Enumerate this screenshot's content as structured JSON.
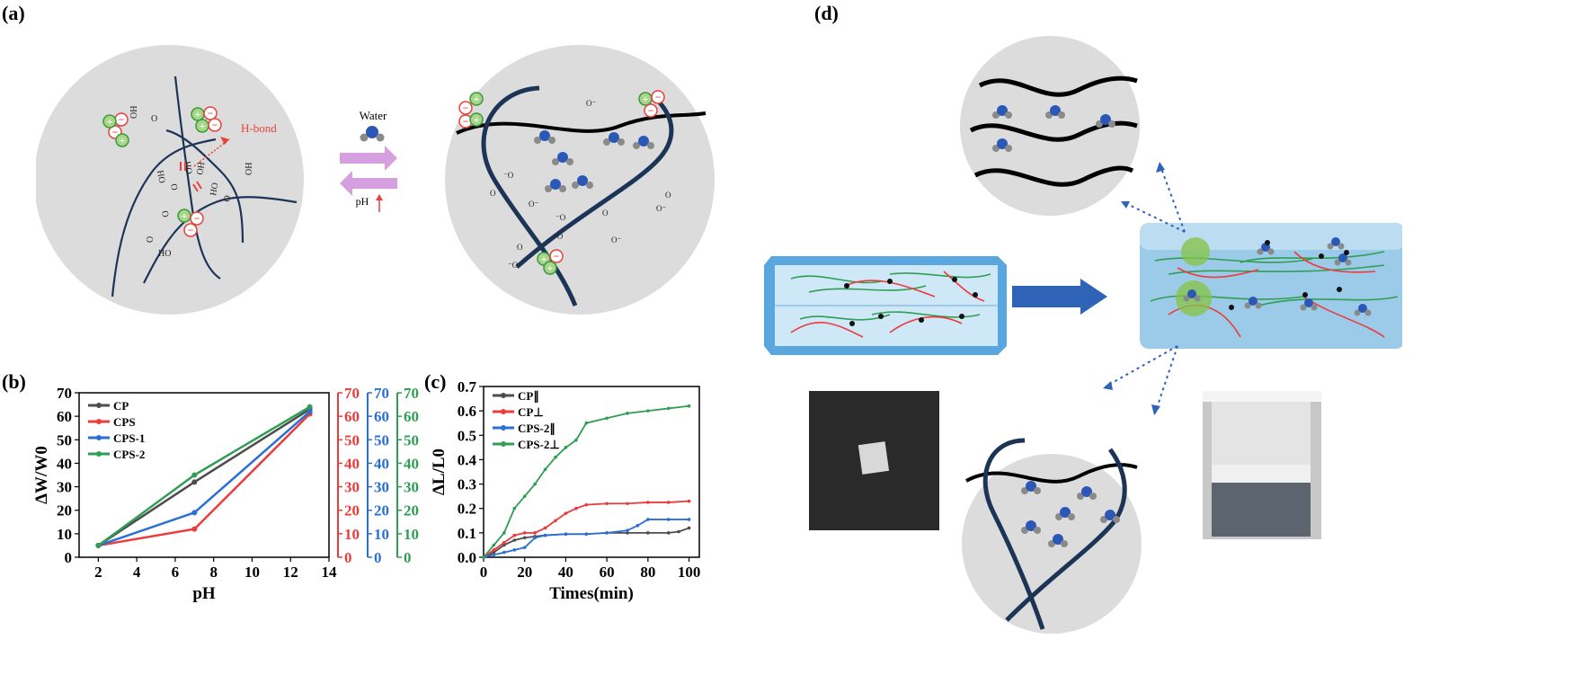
{
  "panels": {
    "a": {
      "label": "(a)",
      "water_label": "Water",
      "ph_label": "pH",
      "hbond_label": "H-bond"
    },
    "b": {
      "label": "(b)"
    },
    "c": {
      "label": "(c)"
    },
    "d": {
      "label": "(d)"
    }
  },
  "colors": {
    "cp": "#4d4d4d",
    "cps": "#ec3b3b",
    "cps1": "#2a6fd6",
    "cps2": "#2f9e52",
    "network": "#1c3557",
    "circle_bg": "#dcdcdc"
  },
  "chart_data": [
    {
      "type": "line",
      "xlabel": "pH",
      "ylabel": "ΔW/W0",
      "xlim": [
        1,
        14
      ],
      "ylim": [
        0,
        70
      ],
      "xticks": [
        "2",
        "4",
        "6",
        "8",
        "10",
        "12",
        "14"
      ],
      "yticks": [
        "0",
        "10",
        "20",
        "30",
        "40",
        "50",
        "60",
        "70"
      ],
      "legend_position": "top-left",
      "secondary_axes": [
        {
          "color": "#ec3b3b",
          "ticks": [
            "0",
            "10",
            "20",
            "30",
            "40",
            "50",
            "60",
            "70"
          ]
        },
        {
          "color": "#2a6fd6",
          "ticks": [
            "0",
            "10",
            "20",
            "30",
            "40",
            "50",
            "60",
            "70"
          ]
        },
        {
          "color": "#2f9e52",
          "ticks": [
            "0",
            "10",
            "20",
            "30",
            "40",
            "50",
            "60",
            "70"
          ]
        }
      ],
      "series": [
        {
          "name": "CP",
          "color": "#4d4d4d",
          "x": [
            2,
            7,
            13
          ],
          "y": [
            5,
            32,
            63
          ]
        },
        {
          "name": "CPS",
          "color": "#ec3b3b",
          "x": [
            2,
            7,
            13
          ],
          "y": [
            5,
            12,
            61
          ]
        },
        {
          "name": "CPS-1",
          "color": "#2a6fd6",
          "x": [
            2,
            7,
            13
          ],
          "y": [
            5,
            19,
            62
          ]
        },
        {
          "name": "CPS-2",
          "color": "#2f9e52",
          "x": [
            2,
            7,
            13
          ],
          "y": [
            5,
            35,
            64
          ]
        }
      ]
    },
    {
      "type": "line",
      "xlabel": "Times(min)",
      "ylabel": "ΔL/L0",
      "xlim": [
        0,
        105
      ],
      "ylim": [
        0,
        0.7
      ],
      "xticks": [
        "0",
        "20",
        "40",
        "60",
        "80",
        "100"
      ],
      "yticks": [
        "0.0",
        "0.1",
        "0.2",
        "0.3",
        "0.4",
        "0.5",
        "0.6",
        "0.7"
      ],
      "legend_position": "top-left",
      "series": [
        {
          "name": "CP∥",
          "color": "#4d4d4d",
          "x": [
            0,
            5,
            10,
            15,
            20,
            25,
            30,
            40,
            50,
            60,
            70,
            80,
            90,
            95,
            100
          ],
          "y": [
            0,
            0.02,
            0.05,
            0.07,
            0.08,
            0.085,
            0.09,
            0.095,
            0.095,
            0.1,
            0.1,
            0.1,
            0.1,
            0.105,
            0.12
          ]
        },
        {
          "name": "CP⊥",
          "color": "#ec3b3b",
          "x": [
            0,
            5,
            10,
            15,
            20,
            25,
            30,
            35,
            40,
            45,
            50,
            60,
            70,
            80,
            90,
            100
          ],
          "y": [
            0,
            0.03,
            0.06,
            0.09,
            0.1,
            0.1,
            0.12,
            0.15,
            0.18,
            0.2,
            0.215,
            0.22,
            0.22,
            0.225,
            0.225,
            0.23
          ]
        },
        {
          "name": "CPS-2∥",
          "color": "#2a6fd6",
          "x": [
            0,
            5,
            10,
            15,
            20,
            25,
            30,
            40,
            50,
            60,
            70,
            75,
            80,
            90,
            100
          ],
          "y": [
            0,
            0.01,
            0.02,
            0.03,
            0.04,
            0.08,
            0.09,
            0.095,
            0.095,
            0.1,
            0.11,
            0.13,
            0.155,
            0.155,
            0.155
          ]
        },
        {
          "name": "CPS-2⊥",
          "color": "#2f9e52",
          "x": [
            0,
            5,
            10,
            15,
            20,
            25,
            30,
            35,
            40,
            45,
            50,
            60,
            70,
            80,
            90,
            100
          ],
          "y": [
            0,
            0.05,
            0.1,
            0.2,
            0.25,
            0.3,
            0.36,
            0.41,
            0.45,
            0.48,
            0.55,
            0.57,
            0.59,
            0.6,
            0.61,
            0.62
          ]
        }
      ]
    }
  ]
}
